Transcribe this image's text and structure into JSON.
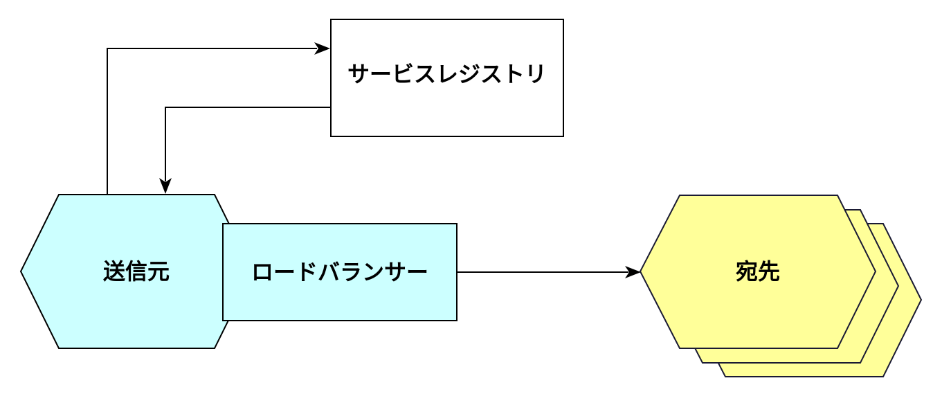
{
  "diagram": {
    "background_color": "#ffffff",
    "line_color": "#000000",
    "nodes": {
      "service_registry": {
        "label": "サービスレジストリ",
        "shape": "rectangle",
        "fill": "#ffffff",
        "stroke": "#000000"
      },
      "source": {
        "label": "送信元",
        "shape": "hexagon",
        "fill": "#ccffff",
        "stroke": "#000000"
      },
      "load_balancer": {
        "label": "ロードバランサー",
        "shape": "rectangle",
        "fill": "#ccffff",
        "stroke": "#000000"
      },
      "destination": {
        "label": "宛先",
        "shape": "stacked-hexagon",
        "stack_count": 3,
        "fill": "#ffff99",
        "stroke": "#1a1a33"
      }
    },
    "edges": [
      {
        "from": "source",
        "to": "service_registry",
        "style": "arrow"
      },
      {
        "from": "service_registry",
        "to": "source",
        "style": "arrow"
      },
      {
        "from": "load_balancer",
        "to": "destination",
        "style": "arrow"
      }
    ]
  }
}
